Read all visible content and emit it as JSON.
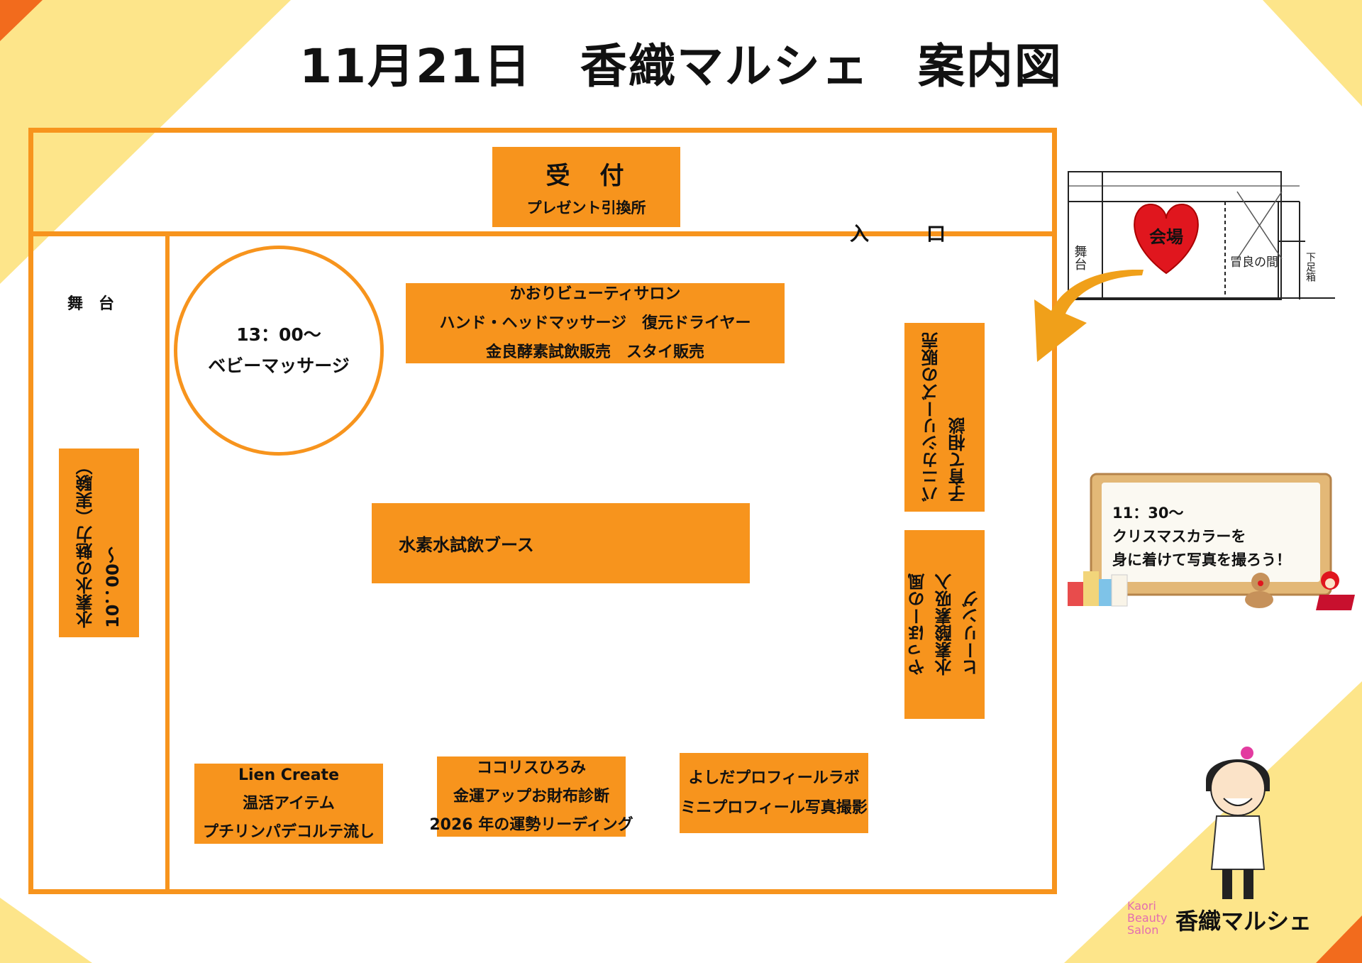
{
  "title": "11月21日　香織マルシェ　案内図",
  "colors": {
    "accent": "#f7941d",
    "bg_yellow": "#fde58a",
    "bg_orange": "#f26b1d",
    "heart": "#e0161e"
  },
  "reception": {
    "title": "受　付",
    "subtitle": "プレゼント引換所"
  },
  "entrance": {
    "label": "入　　　口"
  },
  "stage": {
    "label": "舞　台"
  },
  "baby_massage": {
    "time": "13：00～",
    "name": "ベビーマッサージ"
  },
  "kaori_salon": {
    "line1": "かおりビューティサロン",
    "line2": "ハンド・ヘッドマッサージ　復元ドライヤー",
    "line3": "金良酵素試飲販売　スタイ販売"
  },
  "hydrogen_booth": {
    "label": "水素水試飲ブース"
  },
  "hydrogen_experiment": {
    "line1": "水素水の魅力（実験）",
    "line2": "10：00～"
  },
  "banika": {
    "line1": "バニカシリーズの販売",
    "line2": "子育て相談"
  },
  "yahho": {
    "line1": "やっほーの風",
    "line2": "水素酸素吸入",
    "line3": "ヒーリング"
  },
  "lien": {
    "line1": "Lien Create",
    "line2": "温活アイテム",
    "line3": "プチリンパデコルテ流し"
  },
  "kokoris": {
    "line1": "ココリスひろみ",
    "line2": "金運アップお財布診断",
    "line3": "2026 年の運勢リーディング"
  },
  "yoshida": {
    "line1": "よしだプロフィールラボ",
    "line2": "ミニプロフィール写真撮影"
  },
  "inset_map": {
    "stage": "舞台",
    "venue": "会場",
    "room": "冒良の間",
    "shoe": "下足箱"
  },
  "christmas_sign": {
    "line1": "11：30～",
    "line2": "クリスマスカラーを",
    "line3": "身に着けて写真を撮ろう！"
  },
  "brand": {
    "logo_line1": "Kaori",
    "logo_line2": "Beauty",
    "logo_line3": "Salon",
    "name": "香織マルシェ"
  }
}
